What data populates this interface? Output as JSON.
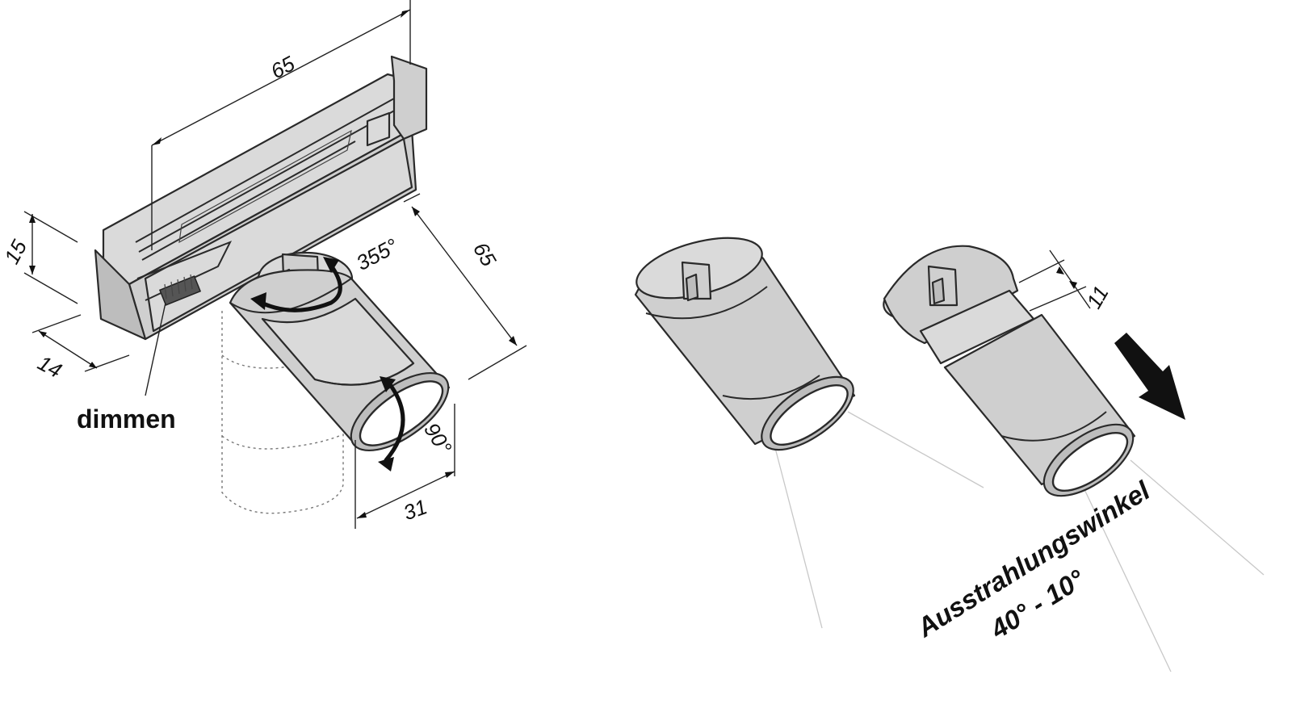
{
  "labels": {
    "track_length": "65",
    "height": "15",
    "width": "14",
    "arm_length": "65",
    "rotation": "355°",
    "tilt": "90°",
    "head_diameter": "31",
    "extension": "11",
    "dimming": "dimmen",
    "beam_title": "Ausstrahlungswinkel",
    "beam_range": "40° - 10°"
  },
  "colors": {
    "body_fill": "#cfcfcf",
    "outline": "#2a2a2a",
    "arrow": "#111111",
    "beam_lines": "#c8c8c8"
  }
}
